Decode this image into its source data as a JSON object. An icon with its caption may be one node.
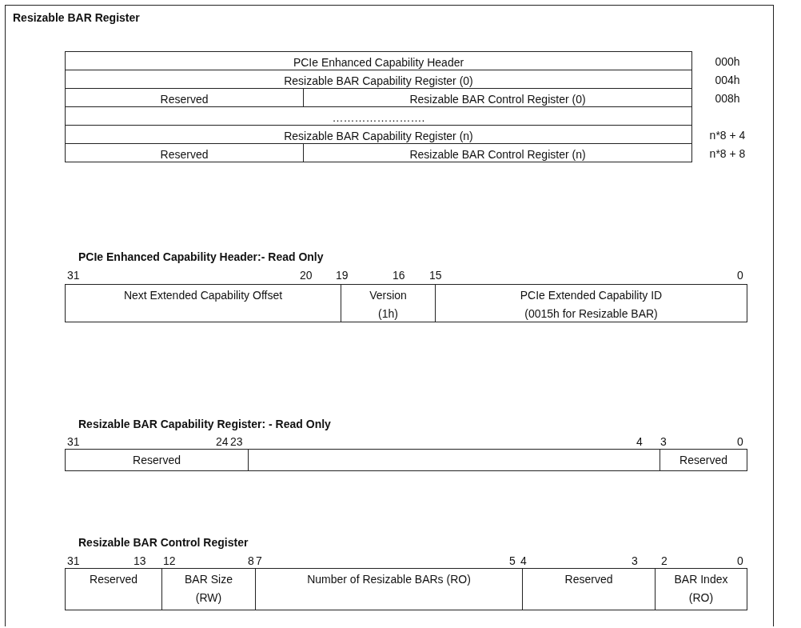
{
  "diagram": {
    "title": "Resizable BAR Register",
    "nodes": [
      {
        "text": [
          "PCIe Enhanced Capability Header"
        ],
        "beside": [
          "000h"
        ]
      },
      {
        "text": [
          "Resizable BAR Capability Register (0)"
        ],
        "beside": [
          "004h"
        ]
      },
      {
        "text": [
          "Reserved"
        ]
      },
      {
        "text": [
          "Resizable BAR Control Register (0)"
        ],
        "beside": [
          "008h"
        ]
      },
      {
        "text": [
          "……………………."
        ]
      },
      {
        "text": [
          "Resizable BAR Capability Register (n)"
        ],
        "beside": [
          "n*8 + 4"
        ]
      },
      {
        "text": [
          "Reserved"
        ]
      },
      {
        "text": [
          "Resizable BAR Control Register (n)"
        ],
        "beside": [
          "n*8 + 8"
        ]
      },
      {
        "text": [
          "Next Extended Capability Offset"
        ]
      },
      {
        "text": [
          "Version (1h)"
        ]
      },
      {
        "text": [
          "PCIe Extended Capability ID (0015h for Resizable BAR)"
        ]
      },
      {
        "text": [
          "Reserved"
        ]
      },
      {
        "text": [],
        "shape": "box"
      },
      {
        "text": [
          "Reserved"
        ]
      },
      {
        "text": [
          "Reserved"
        ]
      },
      {
        "text": [
          "BAR Size (RW)"
        ]
      },
      {
        "text": [
          "Number of Resizable BARs (RO)"
        ]
      },
      {
        "text": [
          "Reserved"
        ]
      },
      {
        "text": [
          "BAR Index (RO)"
        ]
      }
    ],
    "edges": [],
    "labels": [
      "PCIe Enhanced Capability Header:- Read Only",
      "31",
      "20",
      "19",
      "16",
      "15",
      "0",
      "Resizable BAR Capability Register: - Read Only",
      "31",
      "24",
      "23",
      "4",
      "3",
      "0",
      "Resizable BAR Control Register",
      "31",
      "13",
      "12",
      "8",
      "7",
      "5",
      "4",
      "3",
      "2",
      "0"
    ]
  }
}
